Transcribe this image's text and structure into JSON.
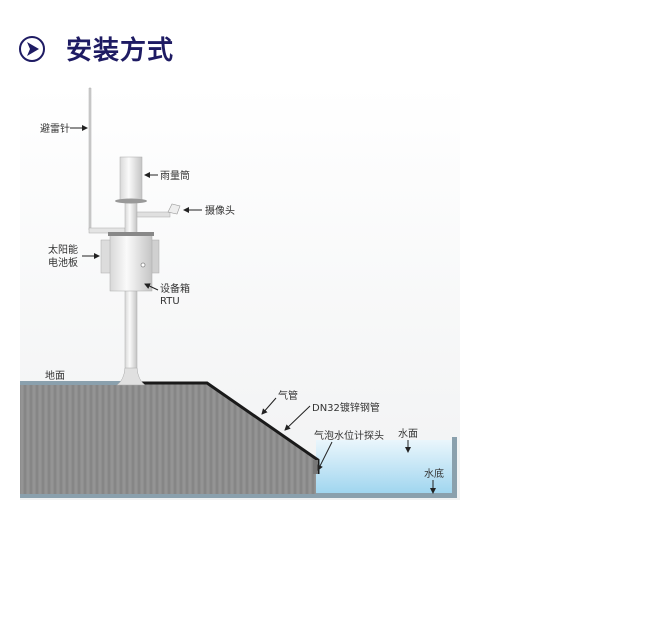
{
  "header": {
    "title": "安装方式",
    "icon": "circle-arrow-right-icon"
  },
  "diagram": {
    "labels": {
      "lightning_rod": "避雷针",
      "rain_gauge": "雨量筒",
      "camera": "摄像头",
      "solar_panel_line1": "太阳能",
      "solar_panel_line2": "电池板",
      "equipment_box_line1": "设备箱",
      "equipment_box_line2": "RTU",
      "ground": "地面",
      "air_pipe": "气管",
      "steel_pipe": "DN32镀锌钢管",
      "probe": "气泡水位计探头",
      "water_surface": "水面",
      "water_bottom": "水底"
    },
    "colors": {
      "title": "#1e1b63",
      "ground": "#8c8c8c",
      "water": "#a8d8f0",
      "edge": "#8aa0ad"
    }
  }
}
